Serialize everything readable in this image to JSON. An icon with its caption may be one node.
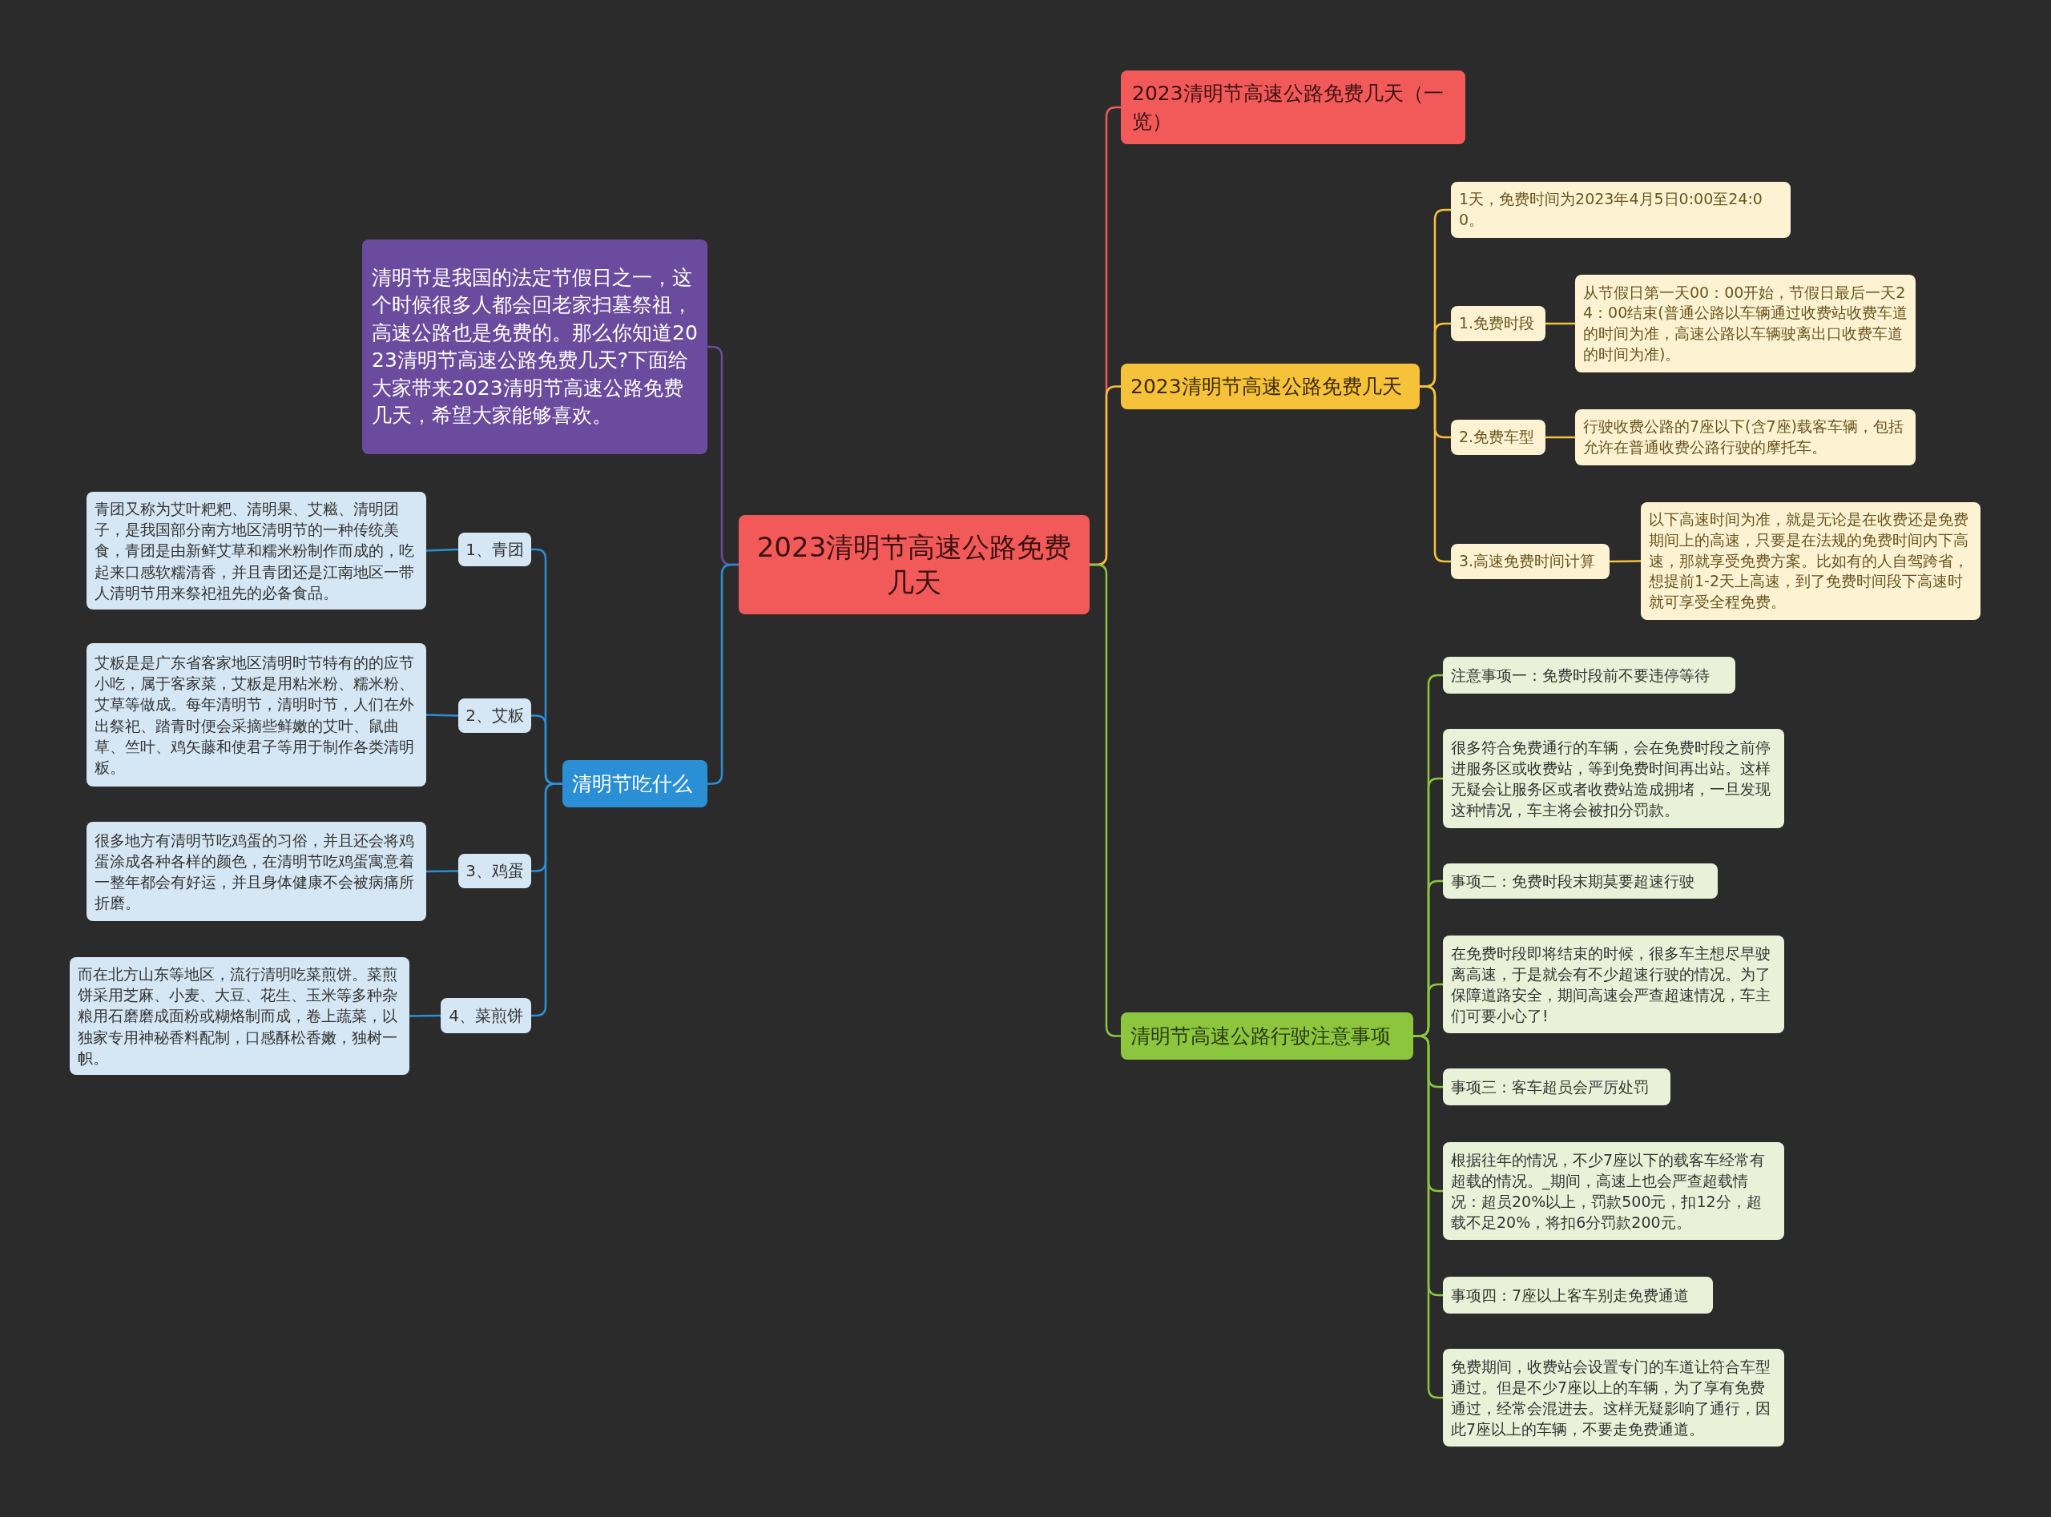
{
  "diagram": {
    "nodes": [
      {
        "text": [
          "2023清明节高速公路免费几天"
        ]
      },
      {
        "text": [
          "2023清明节高速公路免费几天（一览）"
        ]
      },
      {
        "text": [
          "2023清明节高速公路免费几天"
        ]
      },
      {
        "text": [
          "1天，免费时间为2023年4月5日0:00至24:00。"
        ]
      },
      {
        "text": [
          "1.免费时段"
        ]
      },
      {
        "text": [
          "从节假日第一天00：00开始，节假日最后一天24：00结束(普通公路以车辆通过收费站收费车道的时间为准，高速公路以车辆驶离出口收费车道的时间为准)。"
        ]
      },
      {
        "text": [
          "2.免费车型"
        ]
      },
      {
        "text": [
          "行驶收费公路的7座以下(含7座)载客车辆，包括允许在普通收费公路行驶的摩托车。"
        ]
      },
      {
        "text": [
          "3.高速免费时间计算"
        ]
      },
      {
        "text": [
          "以下高速时间为准，就是无论是在收费还是免费期间上的高速，只要是在法规的免费时间内下高速，那就享受免费方案。比如有的人自驾跨省，想提前1-2天上高速，到了免费时间段下高速时就可享受全程免费。"
        ]
      },
      {
        "text": [
          "清明节高速公路行驶注意事项"
        ]
      },
      {
        "text": [
          "注意事项一：免费时段前不要违停等待"
        ]
      },
      {
        "text": [
          "很多符合免费通行的车辆，会在免费时段之前停进服务区或收费站，等到免费时间再出站。这样无疑会让服务区或者收费站造成拥堵，一旦发现这种情况，车主将会被扣分罚款。"
        ]
      },
      {
        "text": [
          "事项二：免费时段末期莫要超速行驶"
        ]
      },
      {
        "text": [
          "在免费时段即将结束的时候，很多车主想尽早驶离高速，于是就会有不少超速行驶的情况。为了保障道路安全，期间高速会严查超速情况，车主们可要小心了!"
        ]
      },
      {
        "text": [
          "事项三：客车超员会严厉处罚"
        ]
      },
      {
        "text": [
          "根据往年的情况，不少7座以下的载客车经常有超载的情况。_期间，高速上也会严查超载情况：超员20%以上，罚款500元，扣12分，超载不足20%，将扣6分罚款200元。"
        ]
      },
      {
        "text": [
          "事项四：7座以上客车别走免费通道"
        ]
      },
      {
        "text": [
          "免费期间，收费站会设置专门的车道让符合车型通过。但是不少7座以上的车辆，为了享有免费通过，经常会混进去。这样无疑影响了通行，因此7座以上的车辆，不要走免费通道。"
        ]
      },
      {
        "text": [
          "清明节是我国的法定节假日之一，这个时候很多人都会回老家扫墓祭祖，高速公路也是免费的。那么你知道2023清明节高速公路免费几天?下面给大家带来2023清明节高速公路免费几天，希望大家能够喜欢。"
        ]
      },
      {
        "text": [
          "清明节吃什么"
        ]
      },
      {
        "text": [
          "1、青团"
        ]
      },
      {
        "text": [
          "青团又称为艾叶粑粑、清明果、艾糍、清明团子，是我国部分南方地区清明节的一种传统美食，青团是由新鲜艾草和糯米粉制作而成的，吃起来口感软糯清香，并且青团还是江南地区一带人清明节用来祭祀祖先的必备食品。"
        ]
      },
      {
        "text": [
          "2、艾粄"
        ]
      },
      {
        "text": [
          "艾粄是是广东省客家地区清明时节特有的的应节小吃，属于客家菜，艾粄是用粘米粉、糯米粉、艾草等做成。每年清明节，清明时节，人们在外出祭祀、踏青时便会采摘些鲜嫩的艾叶、鼠曲草、竺叶、鸡矢藤和使君子等用于制作各类清明粄。"
        ]
      },
      {
        "text": [
          "3、鸡蛋"
        ]
      },
      {
        "text": [
          "很多地方有清明节吃鸡蛋的习俗，并且还会将鸡蛋涂成各种各样的颜色，在清明节吃鸡蛋寓意着一整年都会有好运，并且身体健康不会被病痛所折磨。"
        ]
      },
      {
        "text": [
          "4、菜煎饼"
        ]
      },
      {
        "text": [
          "而在北方山东等地区，流行清明吃菜煎饼。菜煎饼采用芝麻、小麦、大豆、花生、玉米等多种杂粮用石磨磨成面粉或糊烙制而成，卷上蔬菜，以独家专用神秘香料配制，口感酥松香嫩，独树一帜。"
        ]
      }
    ],
    "edges": [
      {
        "from": 0,
        "to": 1,
        "arrow": "none",
        "color": "#f25a5a"
      },
      {
        "from": 0,
        "to": 2,
        "arrow": "none",
        "color": "#f6c23a"
      },
      {
        "from": 2,
        "to": 3,
        "arrow": "none",
        "color": "#f6c23a"
      },
      {
        "from": 2,
        "to": 4,
        "arrow": "none",
        "color": "#f6c23a"
      },
      {
        "from": 4,
        "to": 5,
        "arrow": "none",
        "color": "#f6c23a"
      },
      {
        "from": 2,
        "to": 6,
        "arrow": "none",
        "color": "#f6c23a"
      },
      {
        "from": 6,
        "to": 7,
        "arrow": "none",
        "color": "#f6c23a"
      },
      {
        "from": 2,
        "to": 8,
        "arrow": "none",
        "color": "#f6c23a"
      },
      {
        "from": 8,
        "to": 9,
        "arrow": "none",
        "color": "#f6c23a"
      },
      {
        "from": 0,
        "to": 10,
        "arrow": "none"
      },
      {
        "from": 10,
        "to": 11,
        "arrow": "none"
      },
      {
        "from": 10,
        "to": 12,
        "arrow": "none"
      },
      {
        "from": 10,
        "to": 13,
        "arrow": "none"
      },
      {
        "from": 10,
        "to": 14,
        "arrow": "none"
      },
      {
        "from": 10,
        "to": 15,
        "arrow": "none"
      },
      {
        "from": 10,
        "to": 16,
        "arrow": "none"
      },
      {
        "from": 10,
        "to": 17,
        "arrow": "none"
      },
      {
        "from": 10,
        "to": 18,
        "arrow": "none"
      },
      {
        "from": 0,
        "to": 19,
        "arrow": "none",
        "color": "#6b4b9e"
      },
      {
        "from": 0,
        "to": 20,
        "arrow": "none",
        "color": "#2a8fd4"
      },
      {
        "from": 20,
        "to": 21,
        "arrow": "none",
        "color": "#2a8fd4"
      },
      {
        "from": 21,
        "to": 22,
        "arrow": "none",
        "color": "#2a8fd4"
      },
      {
        "from": 20,
        "to": 23,
        "arrow": "none",
        "color": "#2a8fd4"
      },
      {
        "from": 23,
        "to": 24,
        "arrow": "none",
        "color": "#2a8fd4"
      },
      {
        "from": 20,
        "to": 25,
        "arrow": "none",
        "color": "#2a8fd4"
      },
      {
        "from": 25,
        "to": 26,
        "arrow": "none",
        "color": "#2a8fd4"
      },
      {
        "from": 20,
        "to": 27,
        "arrow": "none",
        "color": "#2a8fd4"
      },
      {
        "from": 27,
        "to": 28,
        "arrow": "none",
        "color": "#2a8fd4"
      }
    ]
  }
}
